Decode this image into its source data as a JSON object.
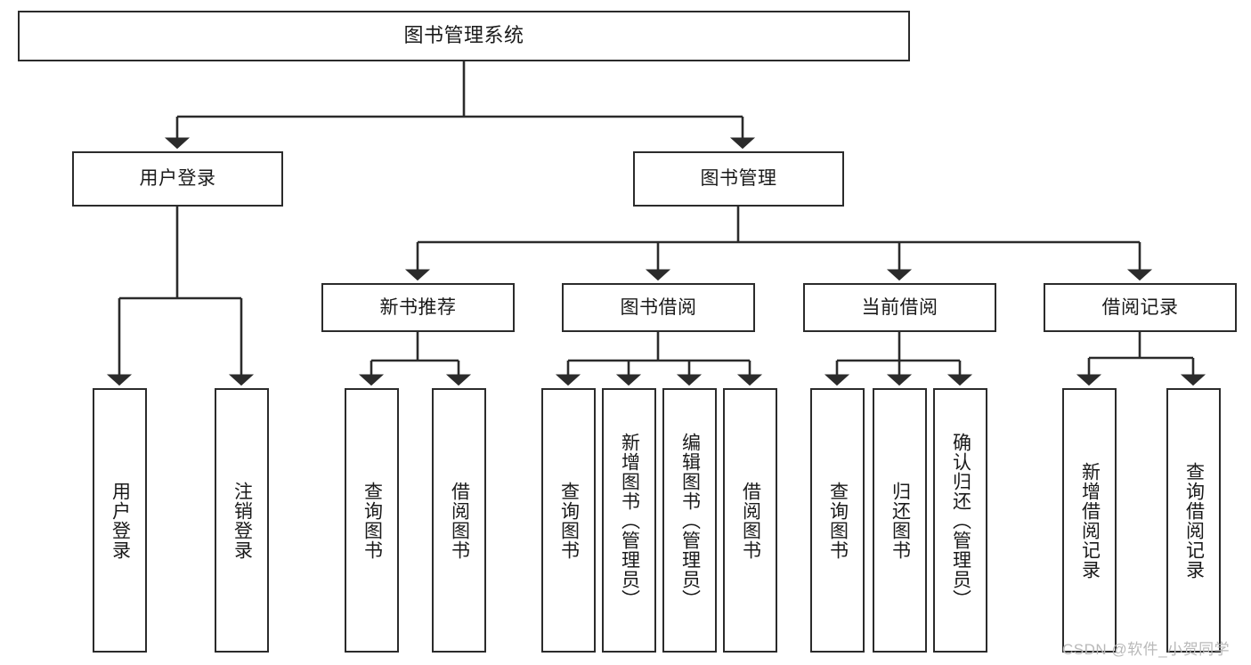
{
  "diagram": {
    "type": "tree-hierarchy-diagram",
    "title": "图书管理系统",
    "style": {
      "box_stroke": "#2b2b2b",
      "box_fill": "#ffffff",
      "connector_stroke": "#2b2b2b",
      "text_color": "#1a1a1a",
      "watermark_color": "#b9b9b9",
      "background": "#ffffff"
    },
    "levels": {
      "root": {
        "label": "图书管理系统"
      },
      "level2": [
        {
          "label": "用户登录"
        },
        {
          "label": "图书管理"
        }
      ],
      "level3": [
        {
          "label": "新书推荐"
        },
        {
          "label": "图书借阅"
        },
        {
          "label": "当前借阅"
        },
        {
          "label": "借阅记录"
        }
      ],
      "leaves": [
        {
          "label": "用户登录",
          "parent": "用户登录"
        },
        {
          "label": "注销登录",
          "parent": "用户登录"
        },
        {
          "label": "查询图书",
          "parent": "新书推荐"
        },
        {
          "label": "借阅图书",
          "parent": "新书推荐"
        },
        {
          "label": "查询图书",
          "parent": "图书借阅"
        },
        {
          "label": "新增图书（管理员）",
          "parent": "图书借阅"
        },
        {
          "label": "编辑图书（管理员）",
          "parent": "图书借阅"
        },
        {
          "label": "借阅图书",
          "parent": "图书借阅"
        },
        {
          "label": "查询图书",
          "parent": "当前借阅"
        },
        {
          "label": "归还图书",
          "parent": "当前借阅"
        },
        {
          "label": "确认归还（管理员）",
          "parent": "当前借阅"
        },
        {
          "label": "新增借阅记录",
          "parent": "借阅记录"
        },
        {
          "label": "查询借阅记录",
          "parent": "借阅记录"
        }
      ]
    },
    "watermark": "CSDN @软件_小贺同学"
  }
}
